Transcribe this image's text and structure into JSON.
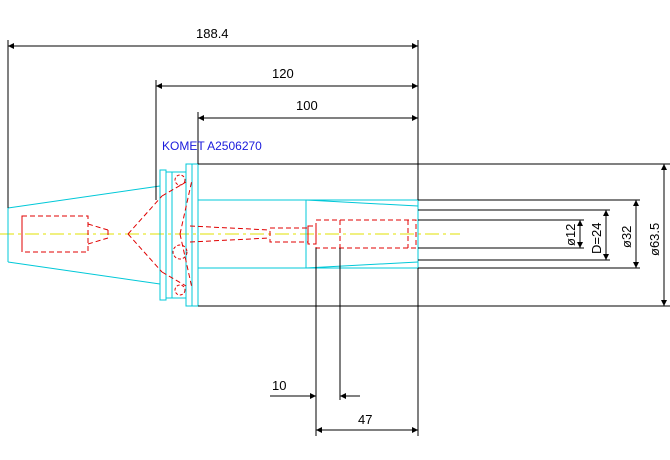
{
  "title": "KOMET A2506270",
  "dimensions": {
    "overall_length": "188.4",
    "length_120": "120",
    "length_100": "100",
    "bore_depth_small": "10",
    "bore_depth_47": "47",
    "dia_12": "ø12",
    "dia_d24": "D=24",
    "dia_32": "ø32",
    "dia_63_5": "ø63.5"
  },
  "colors": {
    "outline": "#00c8d8",
    "hidden": "#e00000",
    "centerline": "#e0e000",
    "dimension": "#000000",
    "title": "#1a1adc"
  }
}
